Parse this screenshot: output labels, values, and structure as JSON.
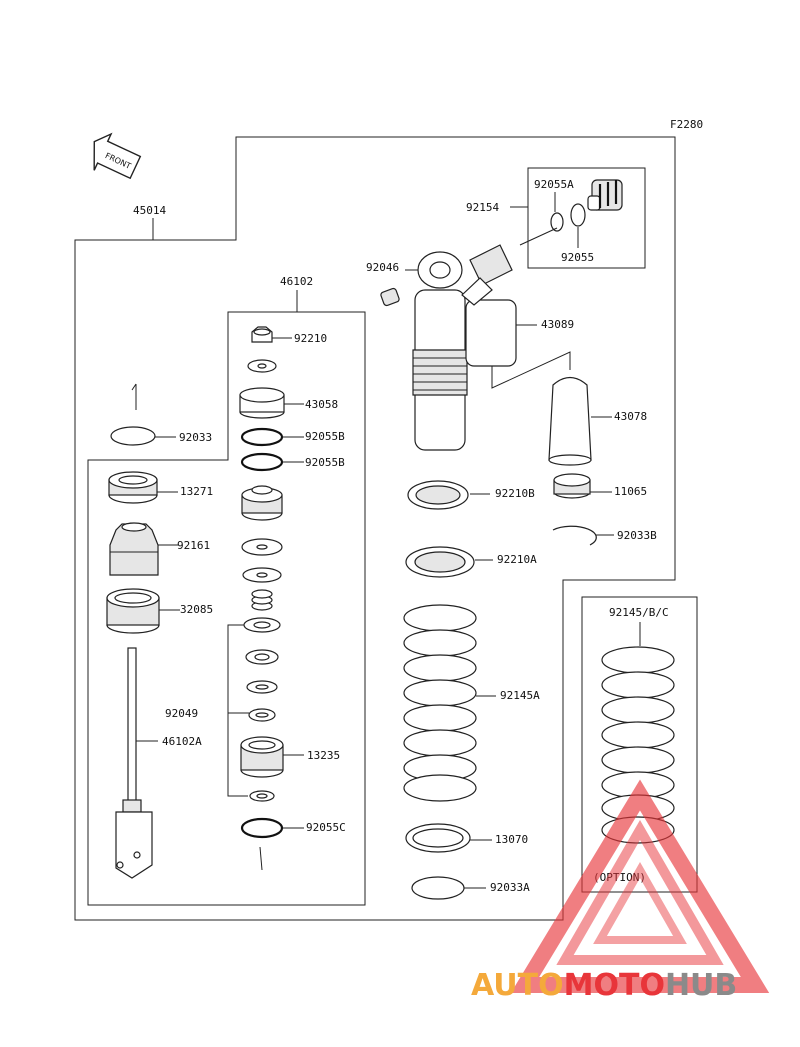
{
  "figure_code": "F2280",
  "front_arrow_label": "FRONT",
  "labels": {
    "p45014": "45014",
    "p46102": "46102",
    "p92210": "92210",
    "p43058": "43058",
    "p92055b_1": "92055B",
    "p92055b_2": "92055B",
    "p92033": "92033",
    "p13271": "13271",
    "p92161": "92161",
    "p32085": "32085",
    "p92049": "92049",
    "p46102a": "46102A",
    "p13235": "13235",
    "p92055c": "92055C",
    "p92046": "92046",
    "p92154": "92154",
    "p92055a": "92055A",
    "p92055": "92055",
    "p43089": "43089",
    "p43078": "43078",
    "p92210b": "92210B",
    "p11065": "11065",
    "p92033b": "92033B",
    "p92210a": "92210A",
    "p92145a": "92145A",
    "p13070": "13070",
    "p92033a": "92033A",
    "p92145bc": "92145/B/C",
    "option": "(OPTION)"
  },
  "watermark": {
    "part1": "AUTO",
    "part2": "MOTO",
    "part3": "HUB",
    "color_orange": "#f4a93b",
    "color_red": "#e8353a",
    "color_gray": "#8a8a8a"
  }
}
